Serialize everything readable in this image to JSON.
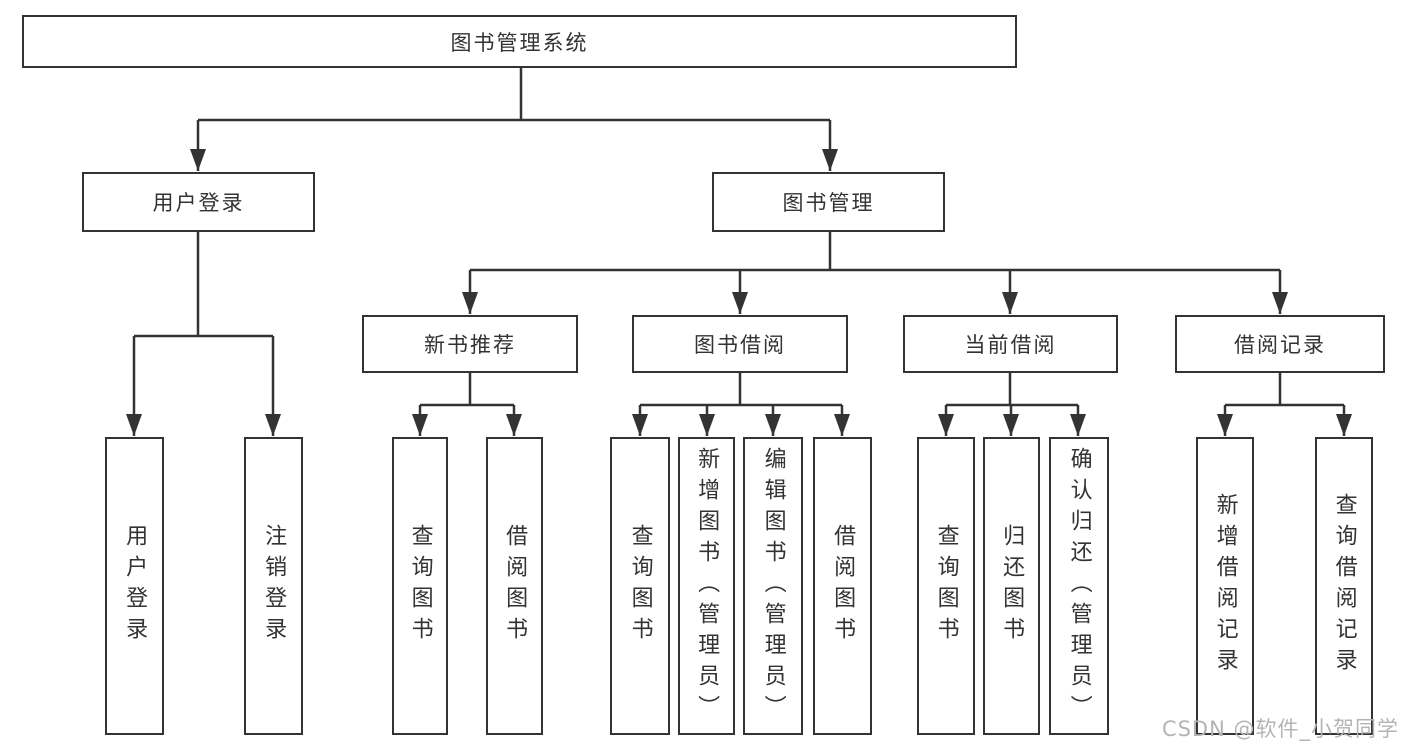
{
  "tree": {
    "label": "图书管理系统",
    "children": [
      {
        "label": "用户登录",
        "children": [
          {
            "label": "用户登录"
          },
          {
            "label": "注销登录"
          }
        ]
      },
      {
        "label": "图书管理",
        "children": [
          {
            "label": "新书推荐",
            "children": [
              {
                "label": "查询图书"
              },
              {
                "label": "借阅图书"
              }
            ]
          },
          {
            "label": "图书借阅",
            "children": [
              {
                "label": "查询图书"
              },
              {
                "label": "新增图书（管理员）"
              },
              {
                "label": "编辑图书（管理员）"
              },
              {
                "label": "借阅图书"
              }
            ]
          },
          {
            "label": "当前借阅",
            "children": [
              {
                "label": "查询图书"
              },
              {
                "label": "归还图书"
              },
              {
                "label": "确认归还（管理员）"
              }
            ]
          },
          {
            "label": "借阅记录",
            "children": [
              {
                "label": "新增借阅记录"
              },
              {
                "label": "查询借阅记录"
              }
            ]
          }
        ]
      }
    ]
  },
  "colors": {
    "line": "#333333",
    "box_border": "#333333",
    "text": "#333333",
    "watermark": "#b4b4b4",
    "background": "#ffffff"
  },
  "watermark": {
    "text": "CSDN @软件_小贺同学"
  }
}
